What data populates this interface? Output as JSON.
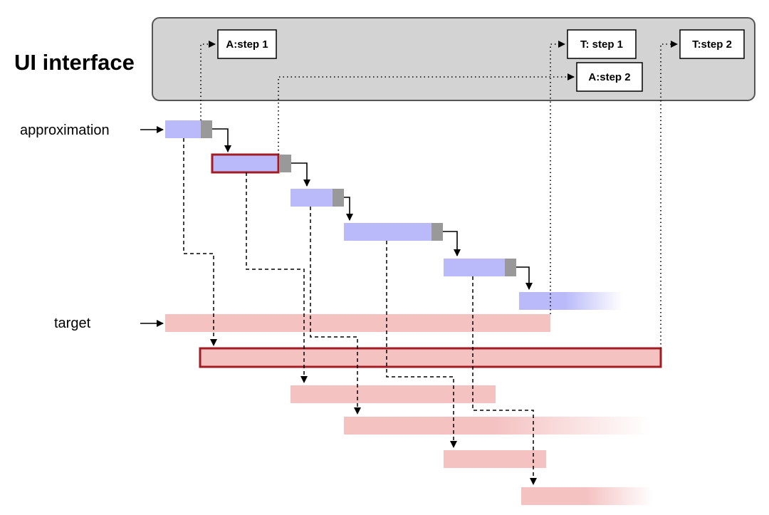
{
  "ui_interface": {
    "title": "UI interface",
    "steps": [
      {
        "id": "a1",
        "label": "A:step 1"
      },
      {
        "id": "t1",
        "label": "T: step 1"
      },
      {
        "id": "a2",
        "label": "A:step 2"
      },
      {
        "id": "t2",
        "label": "T:step 2"
      }
    ]
  },
  "labels": {
    "approximation": "approximation",
    "target": "target"
  },
  "colors": {
    "panel_fill": "#d3d3d3",
    "approximation_bar": "#babafa",
    "overhead_block": "#999999",
    "target_bar": "#f5c2c2",
    "highlight_border": "#a31c24"
  }
}
